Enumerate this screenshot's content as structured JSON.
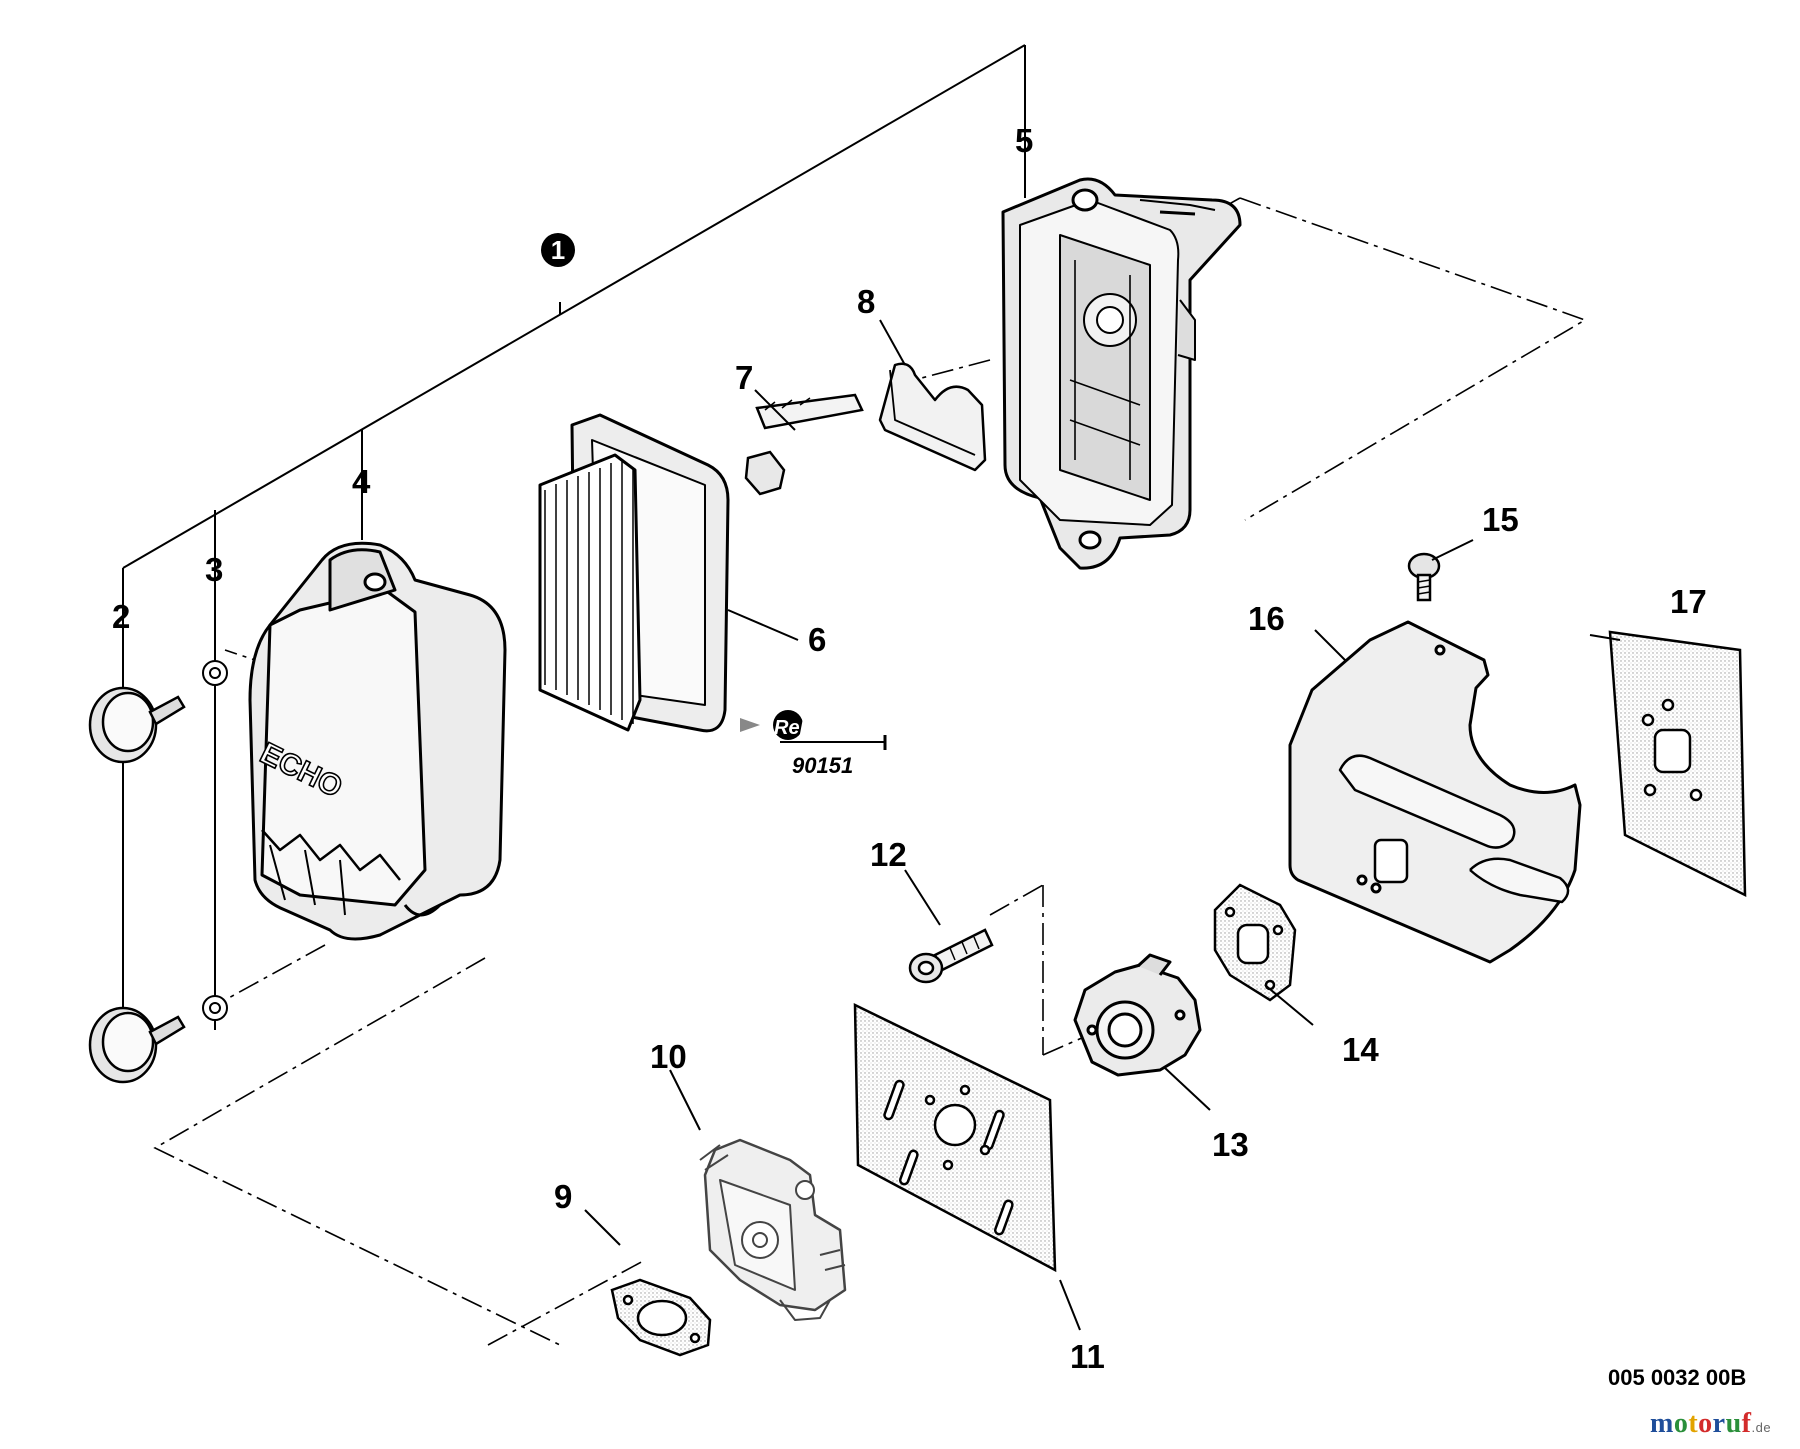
{
  "diagram": {
    "assembly_callout": "1",
    "callouts": {
      "c2": "2",
      "c3": "3",
      "c4": "4",
      "c5": "5",
      "c6": "6",
      "c7": "7",
      "c8": "8",
      "c9": "9",
      "c10": "10",
      "c11": "11",
      "c12": "12",
      "c13": "13",
      "c14": "14",
      "c15": "15",
      "c16": "16",
      "c17": "17"
    },
    "repower_brand": "RePower",
    "repower_part_number": "90151",
    "cover_brand": "ECHO",
    "document_number": "005 0032 00B",
    "watermark_name": "motoruf",
    "watermark_tld": ".de",
    "watermark_colors": [
      "#1f4e9a",
      "#2a8f3a",
      "#e2a300",
      "#d32b2b",
      "#1f4e9a",
      "#2a8f3a",
      "#d32b2b"
    ]
  }
}
